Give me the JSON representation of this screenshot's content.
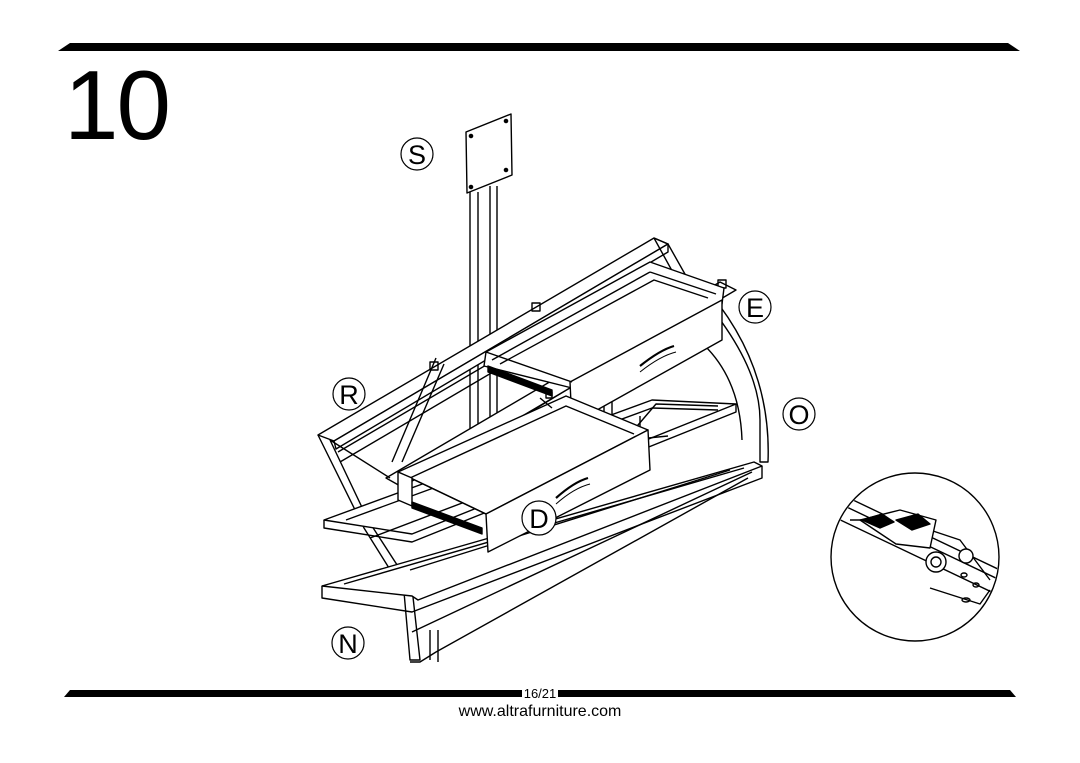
{
  "step": {
    "number": "10"
  },
  "parts": {
    "S": "S",
    "E": "E",
    "R": "R",
    "O": "O",
    "D": "D",
    "N": "N"
  },
  "footer": {
    "page": "16/21",
    "website": "www.altrafurniture.com"
  }
}
